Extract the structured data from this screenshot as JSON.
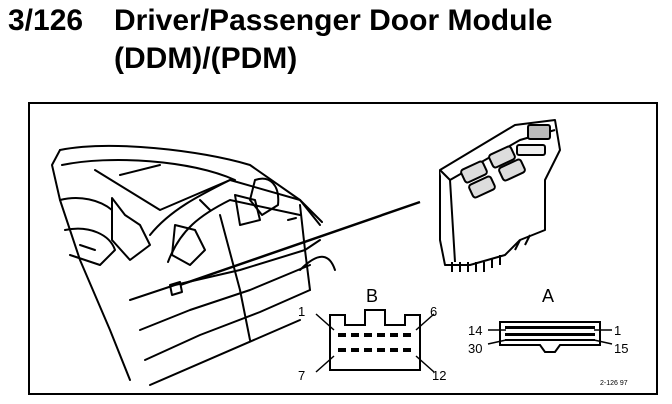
{
  "header": {
    "code": "3/126",
    "title_line1": "Driver/Passenger Door Module",
    "title_line2": "(DDM)/(PDM)"
  },
  "connector_b": {
    "label": "B",
    "pin_top_left": "1",
    "pin_top_right": "6",
    "pin_bottom_left": "7",
    "pin_bottom_right": "12"
  },
  "connector_a": {
    "label": "A",
    "pin_top_left": "14",
    "pin_top_right": "1",
    "pin_bottom_left": "30",
    "pin_bottom_right": "15"
  },
  "figure_ref": "2-126 97"
}
